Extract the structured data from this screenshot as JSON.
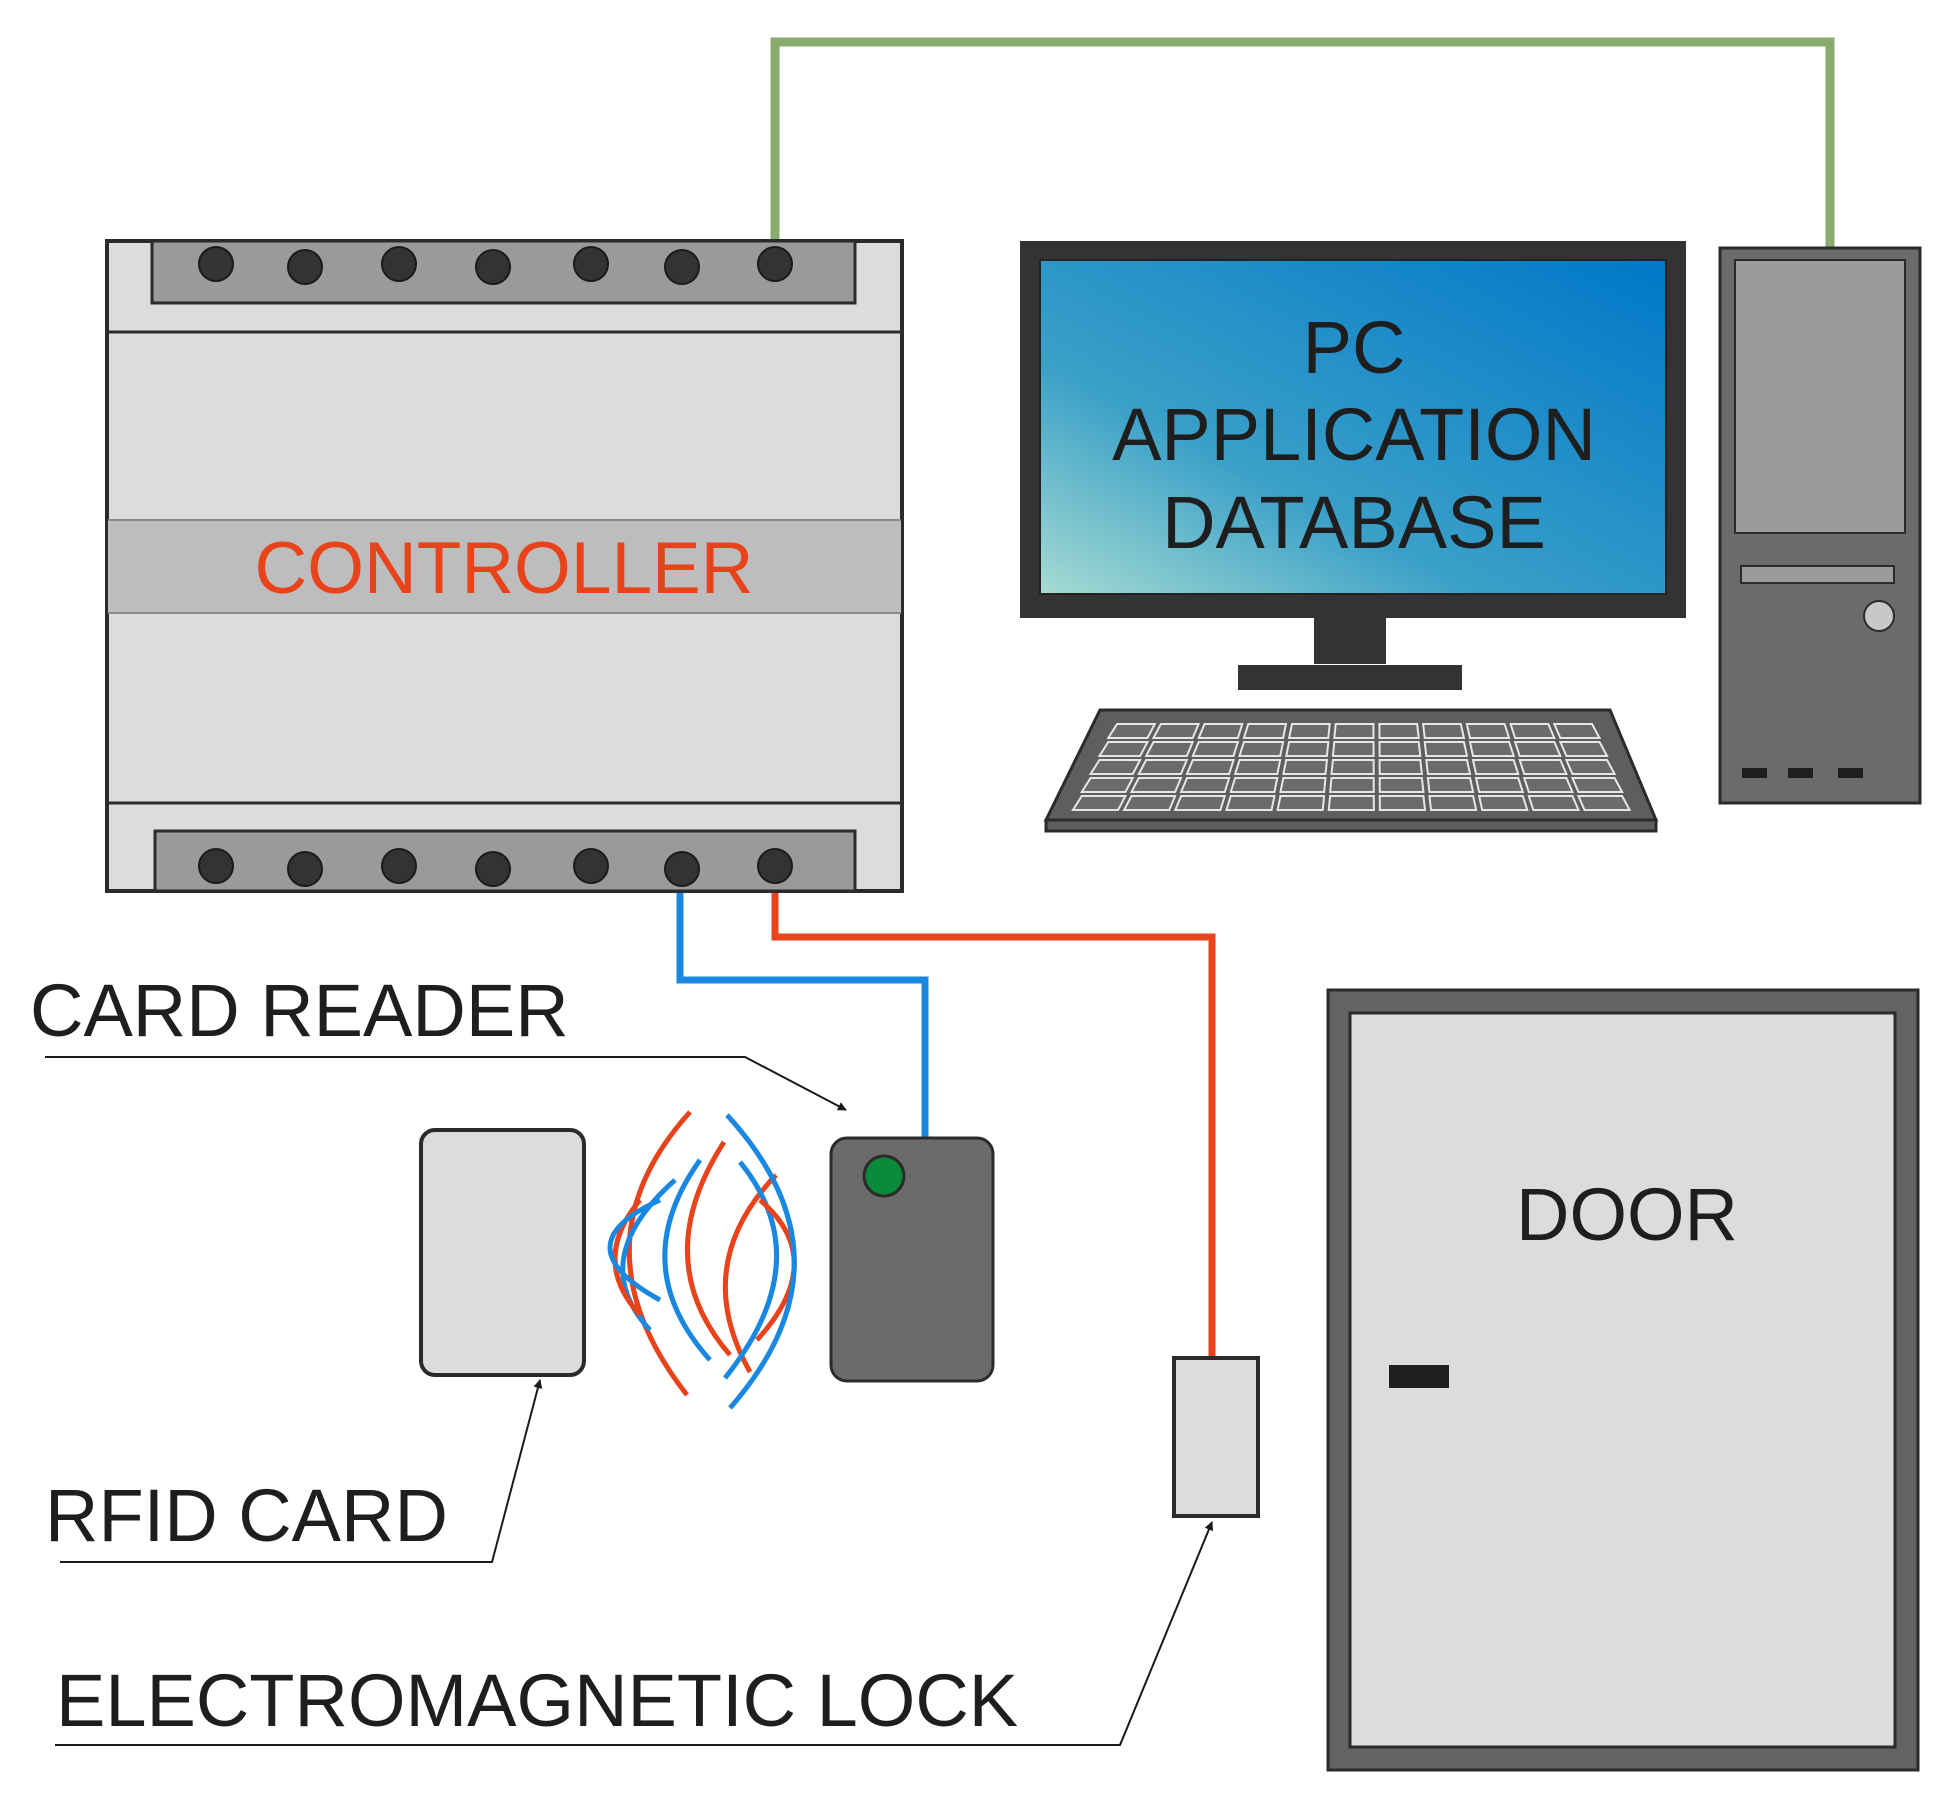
{
  "labels": {
    "controller": "CONTROLLER",
    "pc_line1": "PC",
    "pc_line2": "APPLICATION",
    "pc_line3": "DATABASE",
    "card_reader": "CARD READER",
    "rfid_card": "RFID CARD",
    "electromagnetic_lock": "ELECTROMAGNETIC LOCK",
    "door": "DOOR"
  },
  "colors": {
    "controller_label": "#e8431a",
    "ethernet_wire": "#8aab6e",
    "reader_wire": "#1a88e0",
    "lock_wire": "#e8431a",
    "screen_gradient_start": "#a6dbd2",
    "screen_gradient_end": "#0077c8",
    "reader_led": "#0a8a3a"
  },
  "icons": {
    "controller": "din-rail-controller-icon",
    "monitor": "monitor-icon",
    "tower": "pc-tower-icon",
    "keyboard": "keyboard-icon",
    "card": "rfid-card-icon",
    "reader": "card-reader-icon",
    "lock": "electromagnetic-lock-icon",
    "door": "door-icon",
    "waves": "rf-waves-icon"
  }
}
